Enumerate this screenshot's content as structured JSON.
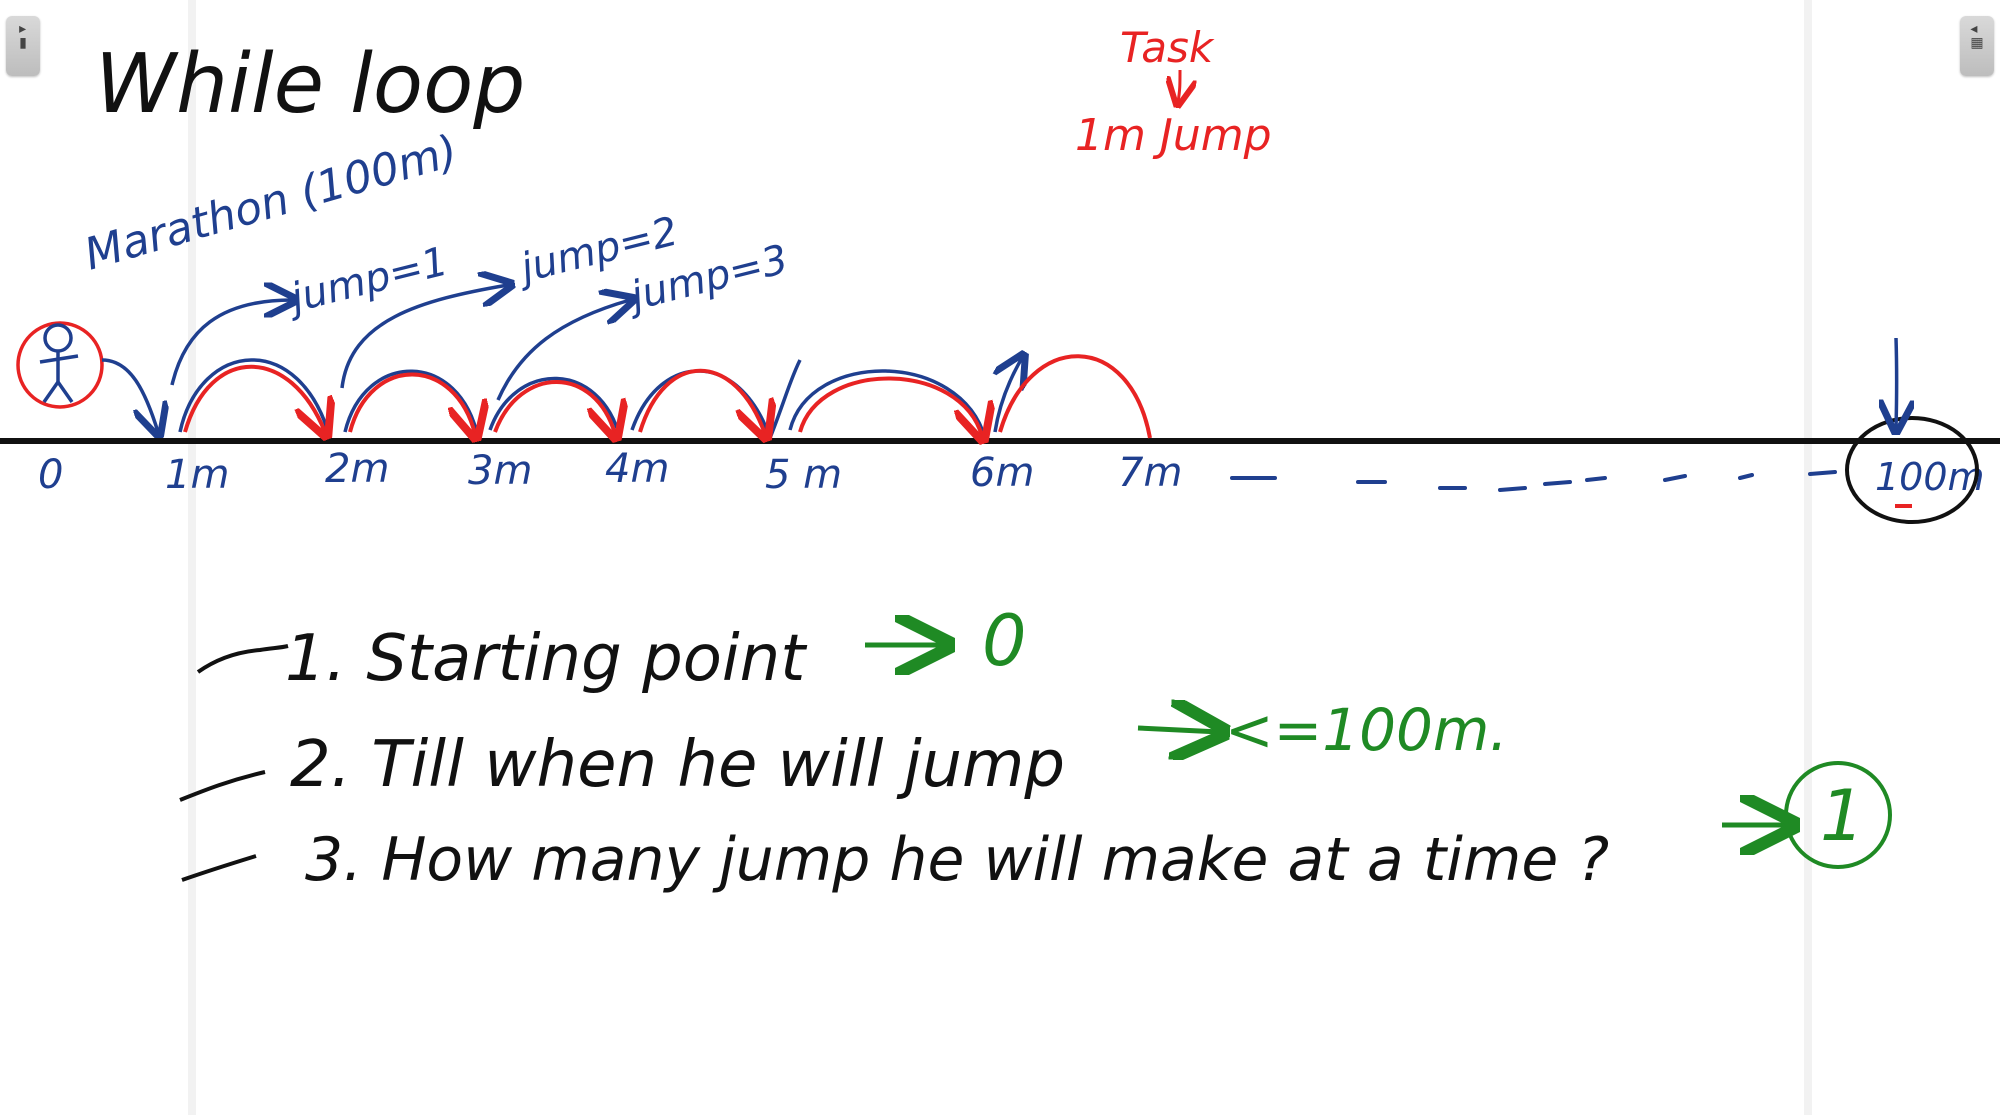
{
  "board": {
    "title": "While loop",
    "marathon_label": "Marathon (100m)",
    "task_label": "Task",
    "task_sub_label": "1m Jump",
    "jump_labels": [
      "jump=1",
      "jump=2",
      "jump=3"
    ],
    "ticks": [
      "0",
      "1m",
      "2m",
      "3m",
      "4m",
      "5 m",
      "6m",
      "7m",
      "100m"
    ],
    "steps": [
      {
        "text": "1. Starting point",
        "answer": "0"
      },
      {
        "text": "2. Till when he will jump",
        "answer": "<=100m."
      },
      {
        "text": "3. How many jump he will make at a time ?",
        "answer": "1"
      }
    ]
  },
  "colors": {
    "ink_black": "#111111",
    "ink_blue": "#1f3f8f",
    "ink_red": "#e82323",
    "ink_green": "#1f8a24"
  },
  "icons": {
    "left_panel": "panel-toggle-icon",
    "right_panel": "page-thumbnails-icon"
  }
}
